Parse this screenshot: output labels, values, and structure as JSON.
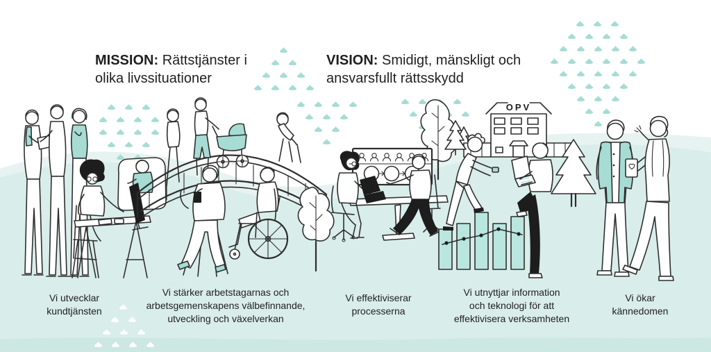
{
  "palette": {
    "accent_teal": "#a6dcd4",
    "accent_teal_light": "#b9e6df",
    "background_wave": "#d9edea",
    "background_wave_light": "#e7f3f0",
    "background_wave_dark": "#cde7e2",
    "line": "#2e2e2e",
    "dark": "#1d1d1d",
    "text": "#1f1f1f"
  },
  "mission": {
    "label": "MISSION:",
    "text": "Rättstjänster i olika livssituationer"
  },
  "vision": {
    "label": "VISION:",
    "text": "Smidigt, mänskligt och ansvarsfullt rättsskydd"
  },
  "building": {
    "sign": "OPV"
  },
  "captions": [
    {
      "id": "customer-service",
      "lines": [
        "Vi utvecklar",
        "kundtjänsten"
      ]
    },
    {
      "id": "wellbeing",
      "lines": [
        "Vi stärker arbetstagarnas och",
        "arbetsgemenskapens välbefinnande,",
        "utveckling och växelverkan"
      ]
    },
    {
      "id": "processes",
      "lines": [
        "Vi effektiviserar",
        "processerna"
      ]
    },
    {
      "id": "technology",
      "lines": [
        "Vi utnyttjar information",
        "och teknologi för att",
        "effektivisera verksamheten"
      ]
    },
    {
      "id": "awareness",
      "lines": [
        "Vi ökar",
        "kännedomen"
      ]
    }
  ]
}
